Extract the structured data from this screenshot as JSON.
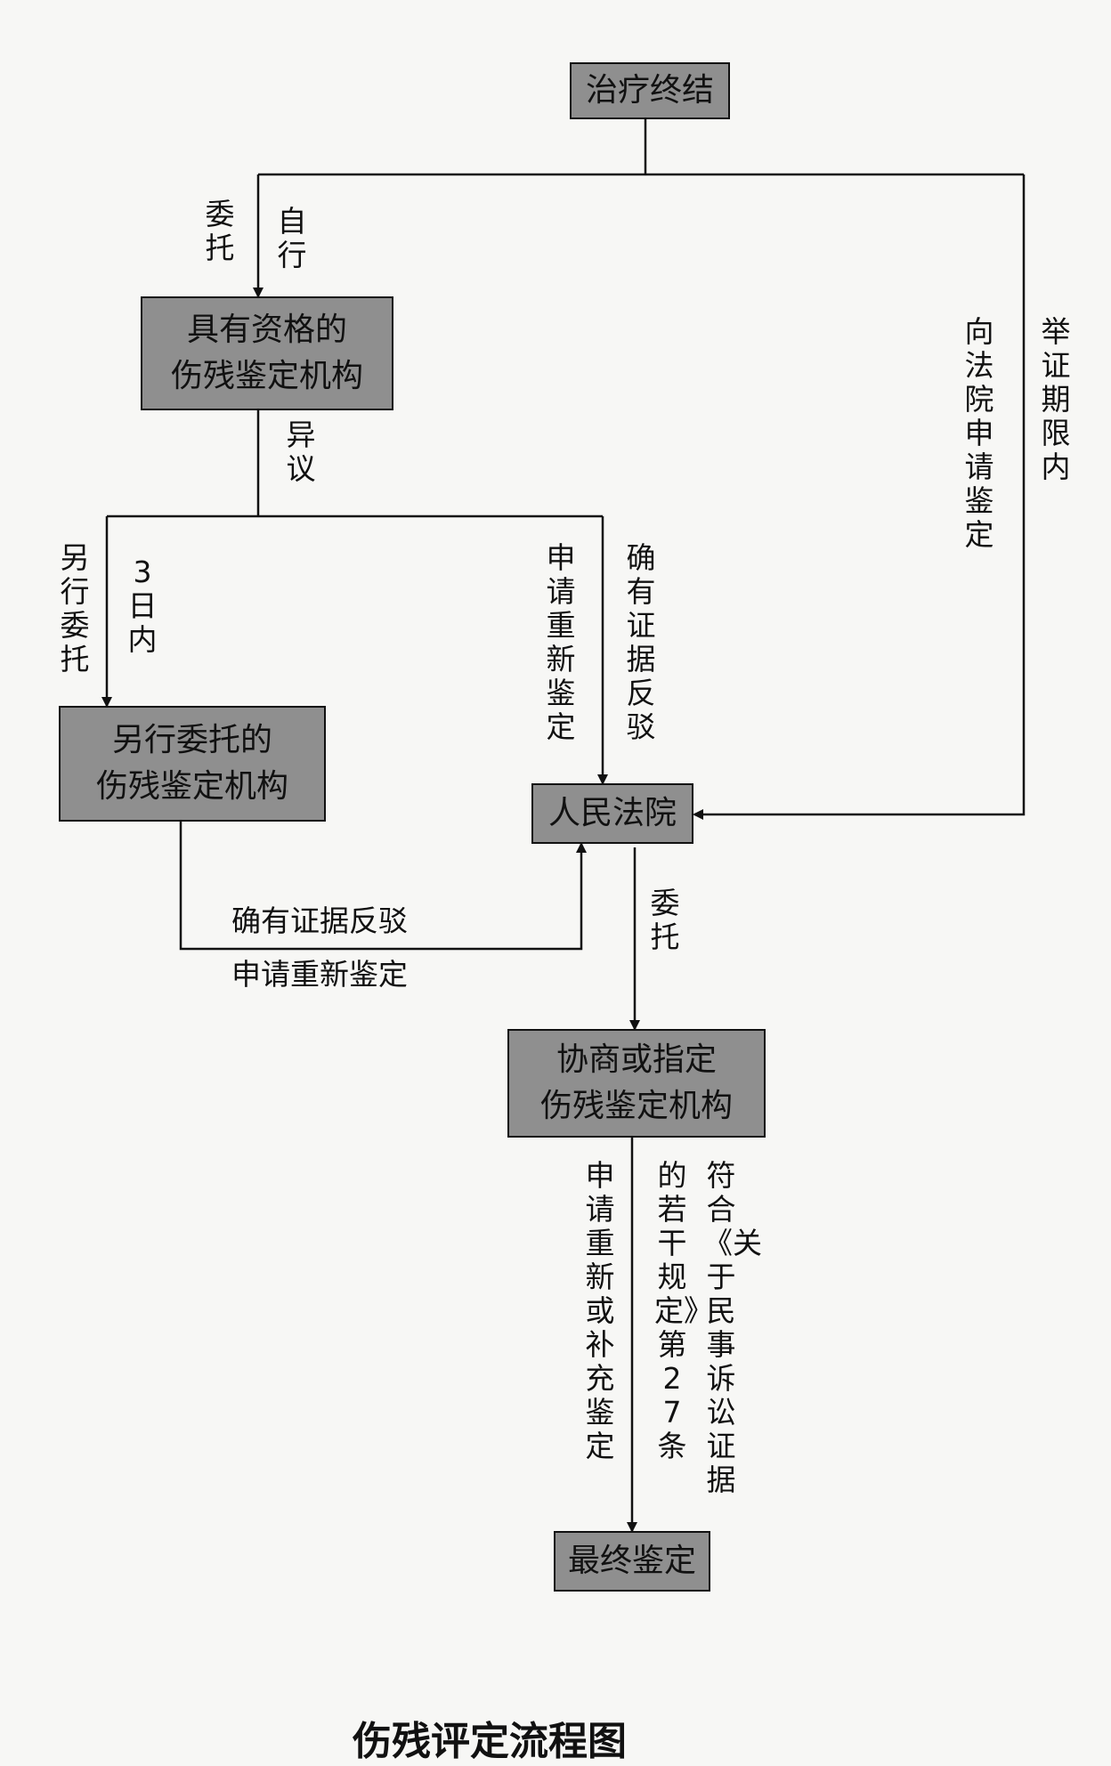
{
  "nodes": {
    "treatment_end": "治疗终结",
    "qualified_institution": [
      "具有资格的",
      "伤残鉴定机构"
    ],
    "other_institution": [
      "另行委托的",
      "伤残鉴定机构"
    ],
    "court": "人民法院",
    "negotiated_institution": [
      "协商或指定",
      "伤残鉴定机构"
    ],
    "final_appraisal": "最终鉴定"
  },
  "edges": {
    "entrust": "委托",
    "self": "自行",
    "objection": "异议",
    "other_entrust": "另行委托",
    "three_days": "3日内",
    "apply_reappraisal": "申请重新鉴定",
    "evidence_refute": "确有证据反驳",
    "apply_court": "向法院申请鉴定",
    "evidence_period": "举证期限内",
    "court_entrust": "委托",
    "bottom_evidence": "确有证据反驳",
    "bottom_apply": "申请重新鉴定",
    "apply_supplement": "申请重新或补充鉴定",
    "comply_rule": "符合《关于民事诉讼证据",
    "comply_rule_2": "的若干规定》第27条"
  },
  "caption": "伤残评定流程图"
}
